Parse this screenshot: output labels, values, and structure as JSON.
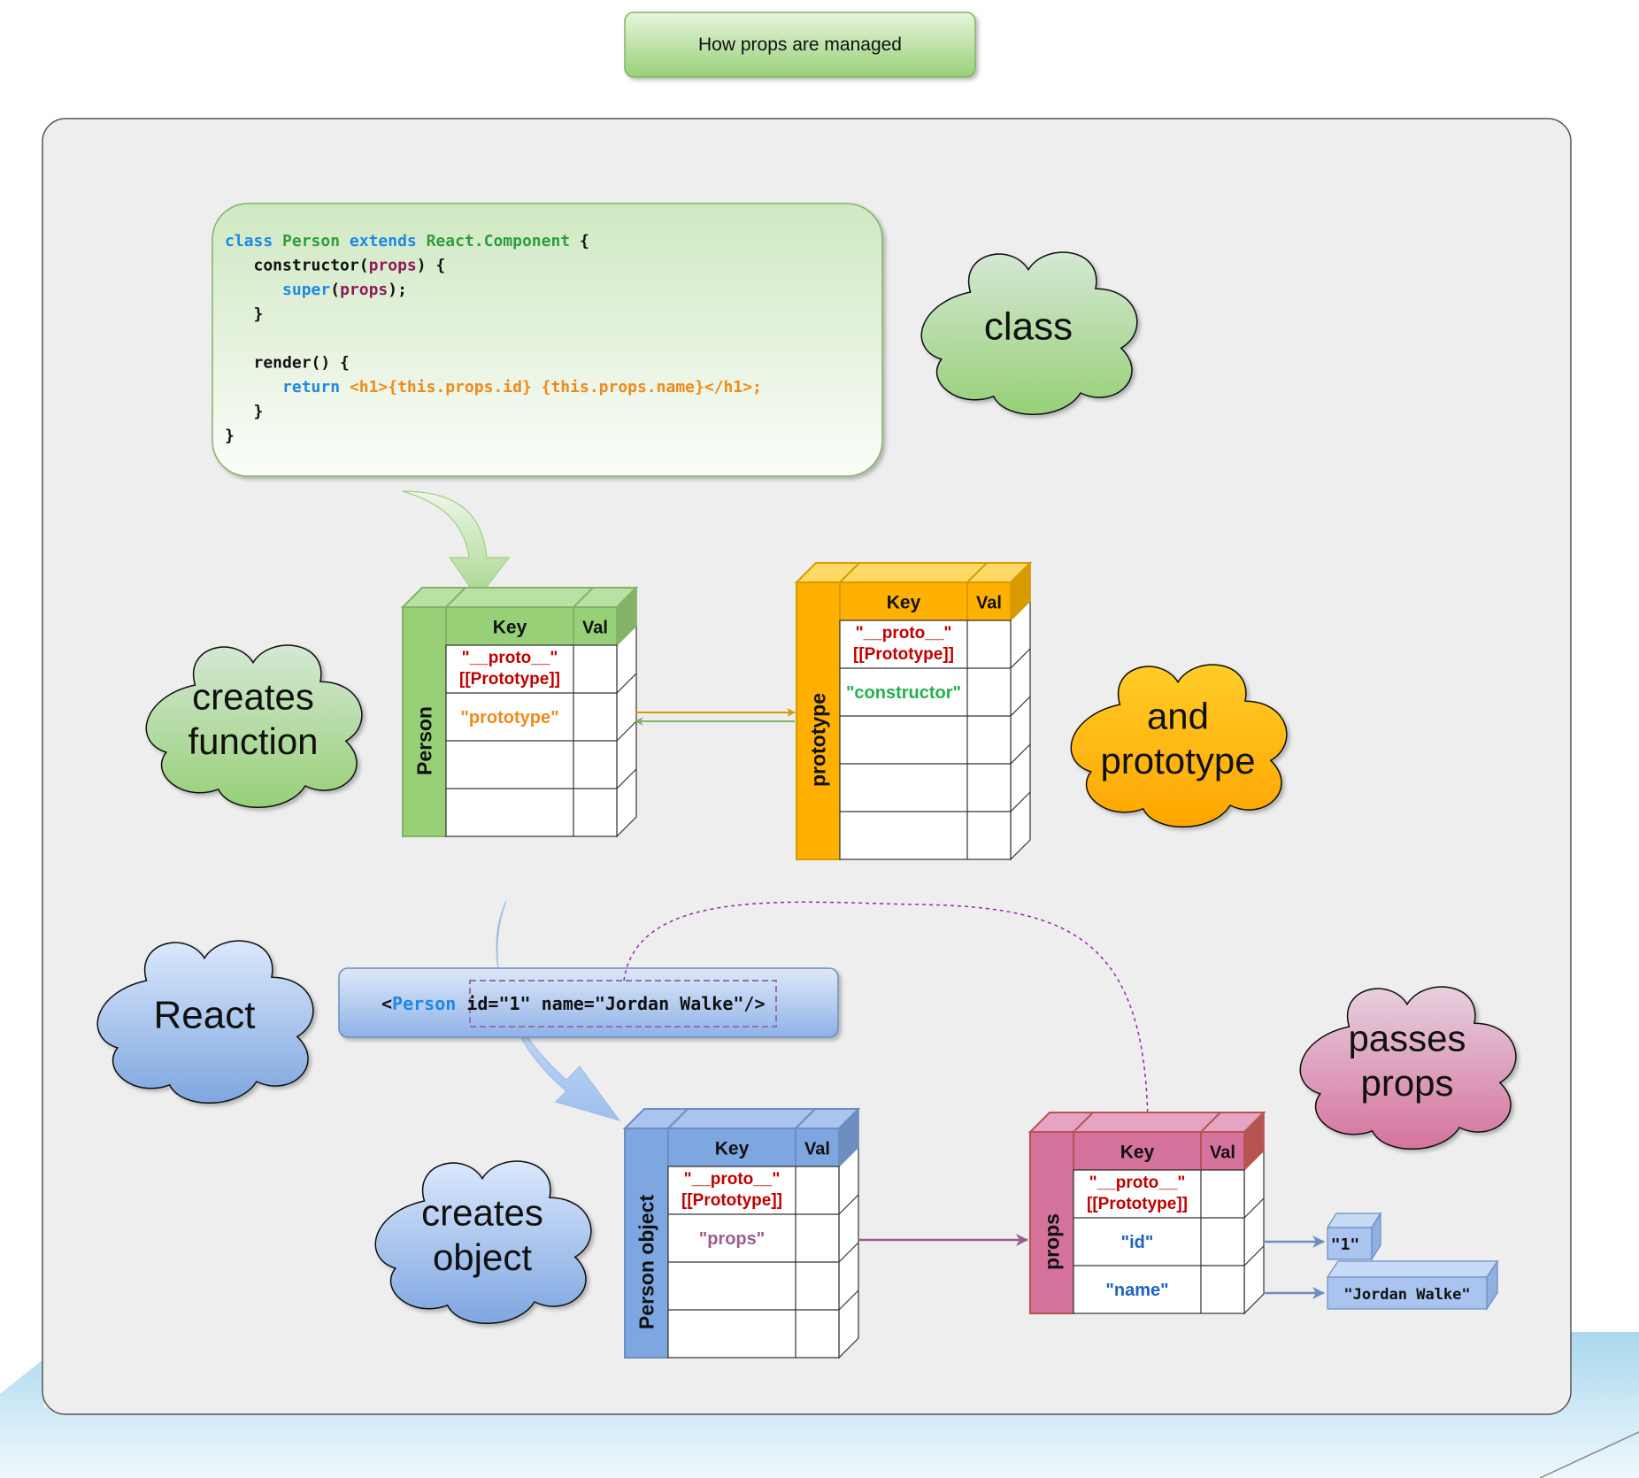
{
  "title": "How props are managed",
  "code": {
    "lines": [
      [
        {
          "t": "class ",
          "c": "kw"
        },
        {
          "t": "Person ",
          "c": "cls"
        },
        {
          "t": "extends ",
          "c": "kw"
        },
        {
          "t": "React.Component ",
          "c": "cls"
        },
        {
          "t": "{",
          "c": "n"
        }
      ],
      [
        {
          "t": "   constructor(",
          "c": "n"
        },
        {
          "t": "props",
          "c": "p"
        },
        {
          "t": ") {",
          "c": "n"
        }
      ],
      [
        {
          "t": "      ",
          "c": "n"
        },
        {
          "t": "super",
          "c": "kw"
        },
        {
          "t": "(",
          "c": "n"
        },
        {
          "t": "props",
          "c": "p"
        },
        {
          "t": ");",
          "c": "n"
        }
      ],
      [
        {
          "t": "   }",
          "c": "n"
        }
      ],
      [
        {
          "t": "",
          "c": "n"
        }
      ],
      [
        {
          "t": "   render() {",
          "c": "n"
        }
      ],
      [
        {
          "t": "      ",
          "c": "n"
        },
        {
          "t": "return ",
          "c": "kw"
        },
        {
          "t": "<h1>{this.props.id} {this.props.name}</h1>;",
          "c": "o"
        }
      ],
      [
        {
          "t": "   }",
          "c": "n"
        }
      ],
      [
        {
          "t": "}",
          "c": "n"
        }
      ]
    ]
  },
  "clouds": {
    "class": "class",
    "creates_function": [
      "creates",
      "function"
    ],
    "and_prototype": [
      "and",
      "prototype"
    ],
    "react": "React",
    "passes_props": [
      "passes",
      "props"
    ],
    "creates_object": [
      "creates",
      "object"
    ]
  },
  "tables": {
    "person": {
      "label": "Person",
      "key": "Key",
      "val": "Val",
      "rows": [
        [
          "\"__proto__\"",
          "[[Prototype]]"
        ],
        [
          "\"prototype\""
        ],
        [],
        []
      ]
    },
    "prototype": {
      "label": "prototype",
      "key": "Key",
      "val": "Val",
      "rows": [
        [
          "\"__proto__\"",
          "[[Prototype]]"
        ],
        [
          "\"constructor\""
        ],
        [],
        [],
        []
      ]
    },
    "person_object": {
      "label": "Person object",
      "key": "Key",
      "val": "Val",
      "rows": [
        [
          "\"__proto__\"",
          "[[Prototype]]"
        ],
        [
          "\"props\""
        ],
        [],
        []
      ]
    },
    "props": {
      "label": "props",
      "key": "Key",
      "val": "Val",
      "rows": [
        [
          "\"__proto__\"",
          "[[Prototype]]"
        ],
        [
          "\"id\""
        ],
        [
          "\"name\""
        ]
      ]
    }
  },
  "jsx": {
    "open": "<",
    "tag": "Person",
    "attrs": " id=\"1\" name=\"Jordan Walke\"",
    "close": "/>"
  },
  "values": {
    "id": "\"1\"",
    "name": "\"Jordan Walke\""
  },
  "colors": {
    "green": "#97d077",
    "orange": "#ffa500",
    "blue": "#7ea6e0",
    "pink": "#d5739d",
    "proto_red": "#c00000",
    "constructor_green": "#22b14c",
    "prototype_orange": "#ef8a1a",
    "props_purple": "#9b5c8f",
    "id_blue": "#1b63c5"
  }
}
